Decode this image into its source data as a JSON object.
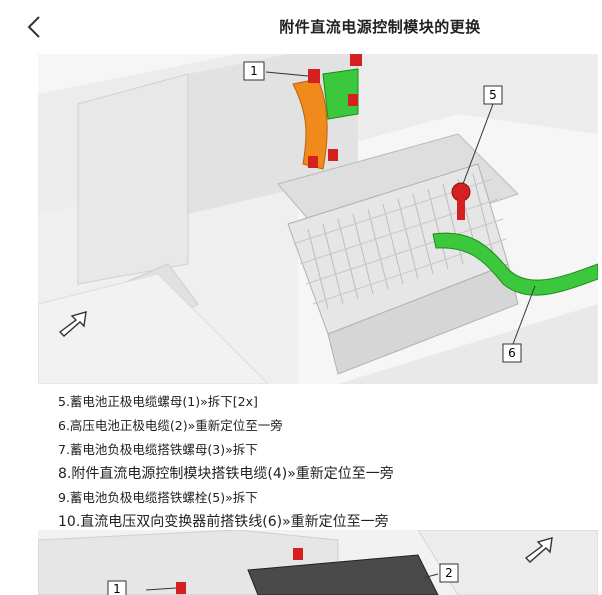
{
  "header": {
    "title": "附件直流电源控制模块的更换"
  },
  "figure1": {
    "callouts": [
      "1",
      "5",
      "6"
    ]
  },
  "steps": [
    "5.蓄电池正极电缆螺母(1)»拆下[2x]",
    "6.高压电池正极电缆(2)»重新定位至一旁",
    "7.蓄电池负极电缆搭铁螺母(3)»拆下",
    "8.附件直流电源控制模块搭铁电缆(4)»重新定位至一旁",
    "9.蓄电池负极电缆搭铁螺栓(5)»拆下",
    "10.直流电压双向变换器前搭铁线(6)»重新定位至一旁"
  ],
  "figure2": {
    "callouts": [
      "1",
      "2"
    ]
  },
  "colors": {
    "orange_cable": "#f08a1c",
    "green_cable": "#3cc83c",
    "red_bolt": "#d42020"
  }
}
